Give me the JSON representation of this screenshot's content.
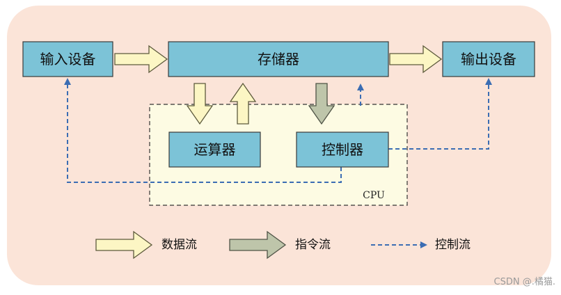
{
  "diagram": {
    "input_device": "输入设备",
    "memory": "存储器",
    "output_device": "输出设备",
    "alu": "运算器",
    "controller": "控制器",
    "cpu_label": "CPU"
  },
  "legend": {
    "data_flow": "数据流",
    "instruction_flow": "指令流",
    "control_flow": "控制流"
  },
  "watermark": "CSDN @.橘猫.",
  "colors": {
    "background": "#fbe4d8",
    "box_fill": "#7cc3d7",
    "cpu_fill": "#fdfbe3",
    "data_arrow": "#fcf6c4",
    "instruction_arrow": "#bec5aa",
    "control_line": "#3b6db3"
  }
}
